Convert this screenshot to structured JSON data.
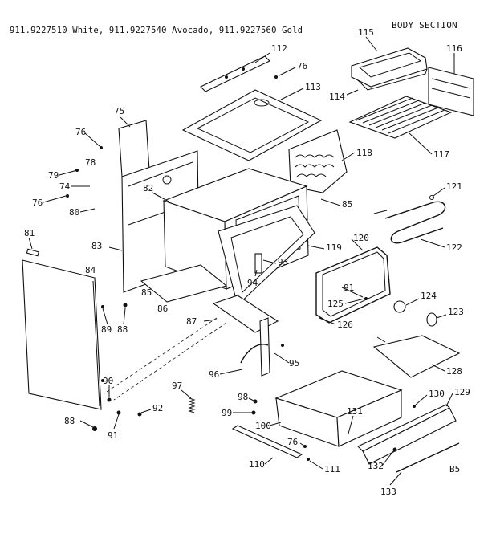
{
  "header": {
    "models": "911.9227510 White,  911.9227540 Avocado,  911.9227560 Gold",
    "section": "BODY  SECTION"
  },
  "footer_code": "B5",
  "callouts": [
    {
      "id": "c112",
      "text": "112"
    },
    {
      "id": "c76a",
      "text": "76"
    },
    {
      "id": "c113",
      "text": "113"
    },
    {
      "id": "c115",
      "text": "115"
    },
    {
      "id": "c116",
      "text": "116"
    },
    {
      "id": "c114",
      "text": "114"
    },
    {
      "id": "c117",
      "text": "117"
    },
    {
      "id": "c118",
      "text": "118"
    },
    {
      "id": "c75",
      "text": "75"
    },
    {
      "id": "c76b",
      "text": "76"
    },
    {
      "id": "c78",
      "text": "78"
    },
    {
      "id": "c79",
      "text": "79"
    },
    {
      "id": "c74",
      "text": "74"
    },
    {
      "id": "c76c",
      "text": "76"
    },
    {
      "id": "c80",
      "text": "80"
    },
    {
      "id": "c82",
      "text": "82"
    },
    {
      "id": "c85a",
      "text": "85"
    },
    {
      "id": "c121",
      "text": "121"
    },
    {
      "id": "c122",
      "text": "122"
    },
    {
      "id": "c81",
      "text": "81"
    },
    {
      "id": "c83",
      "text": "83"
    },
    {
      "id": "c84",
      "text": "84"
    },
    {
      "id": "c120",
      "text": "120"
    },
    {
      "id": "c119",
      "text": "119"
    },
    {
      "id": "c93",
      "text": "93"
    },
    {
      "id": "c94",
      "text": "94"
    },
    {
      "id": "c85b",
      "text": "85"
    },
    {
      "id": "c86",
      "text": "86"
    },
    {
      "id": "c91a",
      "text": "91"
    },
    {
      "id": "c124",
      "text": "124"
    },
    {
      "id": "c125",
      "text": "125"
    },
    {
      "id": "c123",
      "text": "123"
    },
    {
      "id": "c89",
      "text": "89"
    },
    {
      "id": "c88a",
      "text": "88"
    },
    {
      "id": "c87",
      "text": "87"
    },
    {
      "id": "c126",
      "text": "126"
    },
    {
      "id": "c95",
      "text": "95"
    },
    {
      "id": "c128",
      "text": "128"
    },
    {
      "id": "c90",
      "text": "90"
    },
    {
      "id": "c97",
      "text": "97"
    },
    {
      "id": "c96",
      "text": "96"
    },
    {
      "id": "c98",
      "text": "98"
    },
    {
      "id": "c130",
      "text": "130"
    },
    {
      "id": "c129",
      "text": "129"
    },
    {
      "id": "c92",
      "text": "92"
    },
    {
      "id": "c99",
      "text": "99"
    },
    {
      "id": "c100",
      "text": "100"
    },
    {
      "id": "c131",
      "text": "131"
    },
    {
      "id": "c88b",
      "text": "88"
    },
    {
      "id": "c91b",
      "text": "91"
    },
    {
      "id": "c76d",
      "text": "76"
    },
    {
      "id": "c110",
      "text": "110"
    },
    {
      "id": "c111",
      "text": "111"
    },
    {
      "id": "c132",
      "text": "132"
    },
    {
      "id": "c133",
      "text": "133"
    }
  ]
}
